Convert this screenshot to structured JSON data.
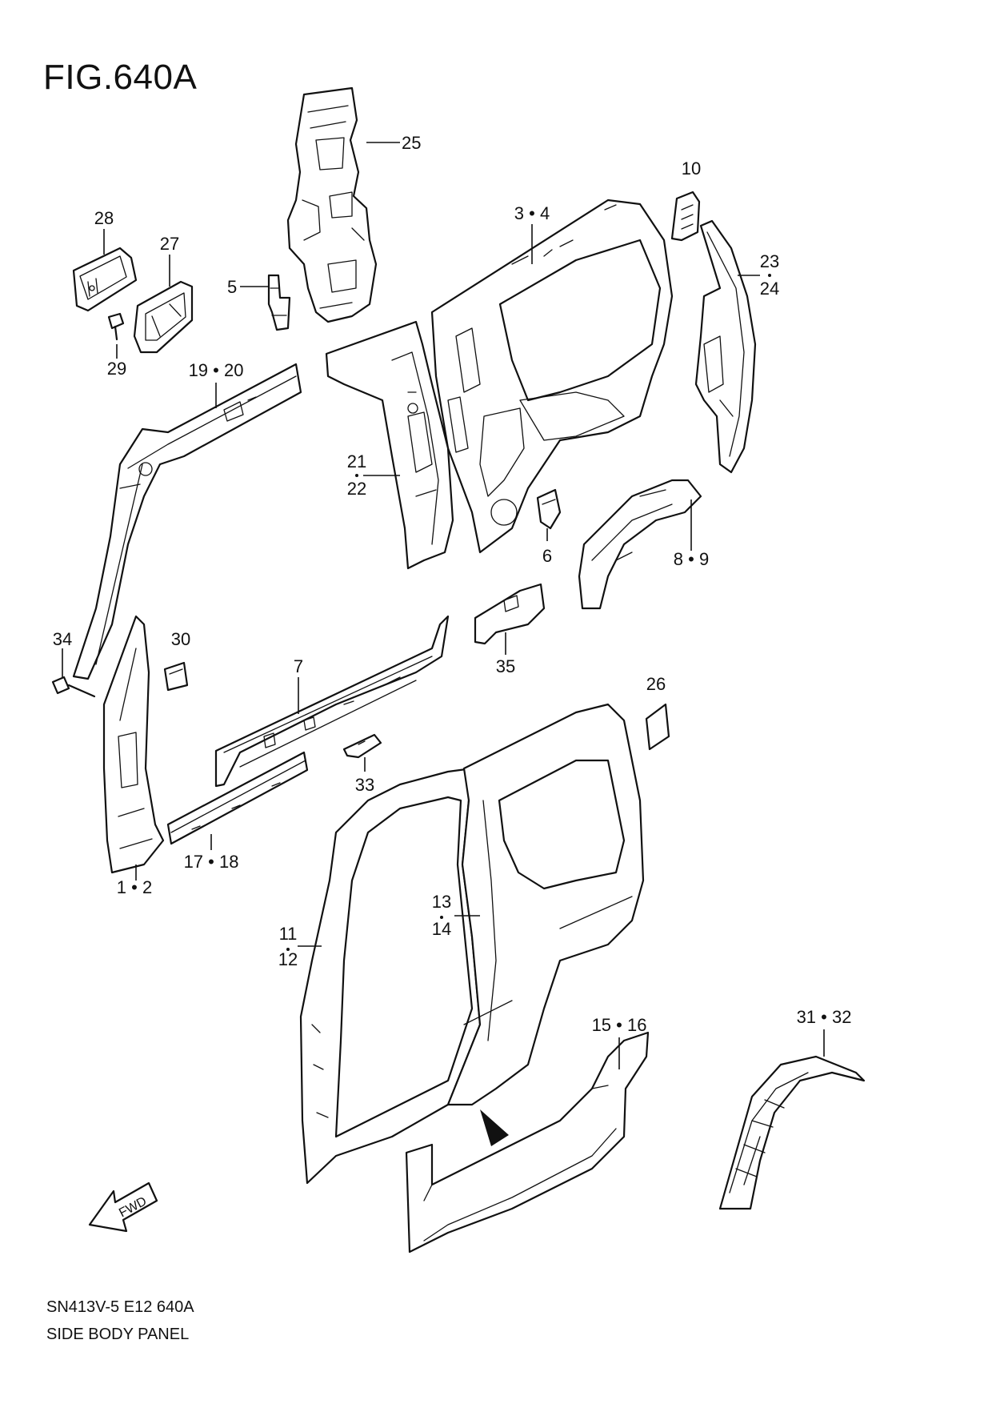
{
  "figure": {
    "title": "FIG.640A",
    "code": "SN413V-5 E12 640A",
    "caption": "SIDE BODY PANEL"
  },
  "direction_marker": {
    "text": "FWD",
    "icon": "arrow-left-fwd-icon"
  },
  "callouts": [
    {
      "id": "c25",
      "text": "25"
    },
    {
      "id": "c28",
      "text": "28"
    },
    {
      "id": "c27",
      "text": "27"
    },
    {
      "id": "c29",
      "text": "29"
    },
    {
      "id": "c5",
      "text": "5"
    },
    {
      "id": "c10",
      "text": "10"
    },
    {
      "id": "c3-4",
      "text": "3 • 4"
    },
    {
      "id": "c23",
      "text": "23"
    },
    {
      "id": "c24",
      "text": "24"
    },
    {
      "id": "c19-20",
      "text": "19 • 20"
    },
    {
      "id": "c21",
      "text": "21"
    },
    {
      "id": "c22",
      "text": "22"
    },
    {
      "id": "c6",
      "text": "6"
    },
    {
      "id": "c8-9",
      "text": "8 • 9"
    },
    {
      "id": "c34",
      "text": "34"
    },
    {
      "id": "c30",
      "text": "30"
    },
    {
      "id": "c1-2",
      "text": "1 • 2"
    },
    {
      "id": "c7",
      "text": "7"
    },
    {
      "id": "c35",
      "text": "35"
    },
    {
      "id": "c26",
      "text": "26"
    },
    {
      "id": "c33",
      "text": "33"
    },
    {
      "id": "c17-18",
      "text": "17 • 18"
    },
    {
      "id": "c13",
      "text": "13"
    },
    {
      "id": "c14",
      "text": "14"
    },
    {
      "id": "c11",
      "text": "11"
    },
    {
      "id": "c12",
      "text": "12"
    },
    {
      "id": "c15-16",
      "text": "15 • 16"
    },
    {
      "id": "c31-32",
      "text": "31 • 32"
    }
  ]
}
